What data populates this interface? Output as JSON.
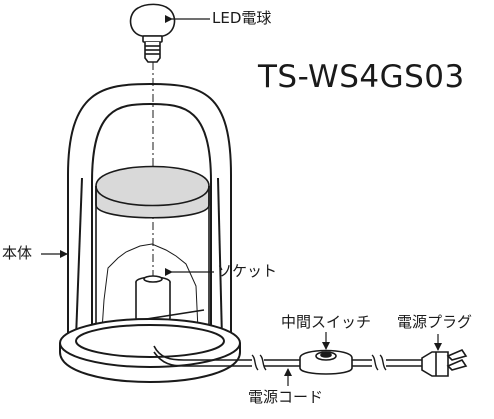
{
  "model_number": "TS-WS4GS03",
  "labels": {
    "led_bulb": "LED電球",
    "body": "本体",
    "socket": "ソケット",
    "middle_switch": "中間スイッチ",
    "power_plug": "電源プラグ",
    "power_cord": "電源コード"
  },
  "colors": {
    "line": "#1a1a1a",
    "shade_fill": "#d9d9d9",
    "background": "#ffffff"
  }
}
